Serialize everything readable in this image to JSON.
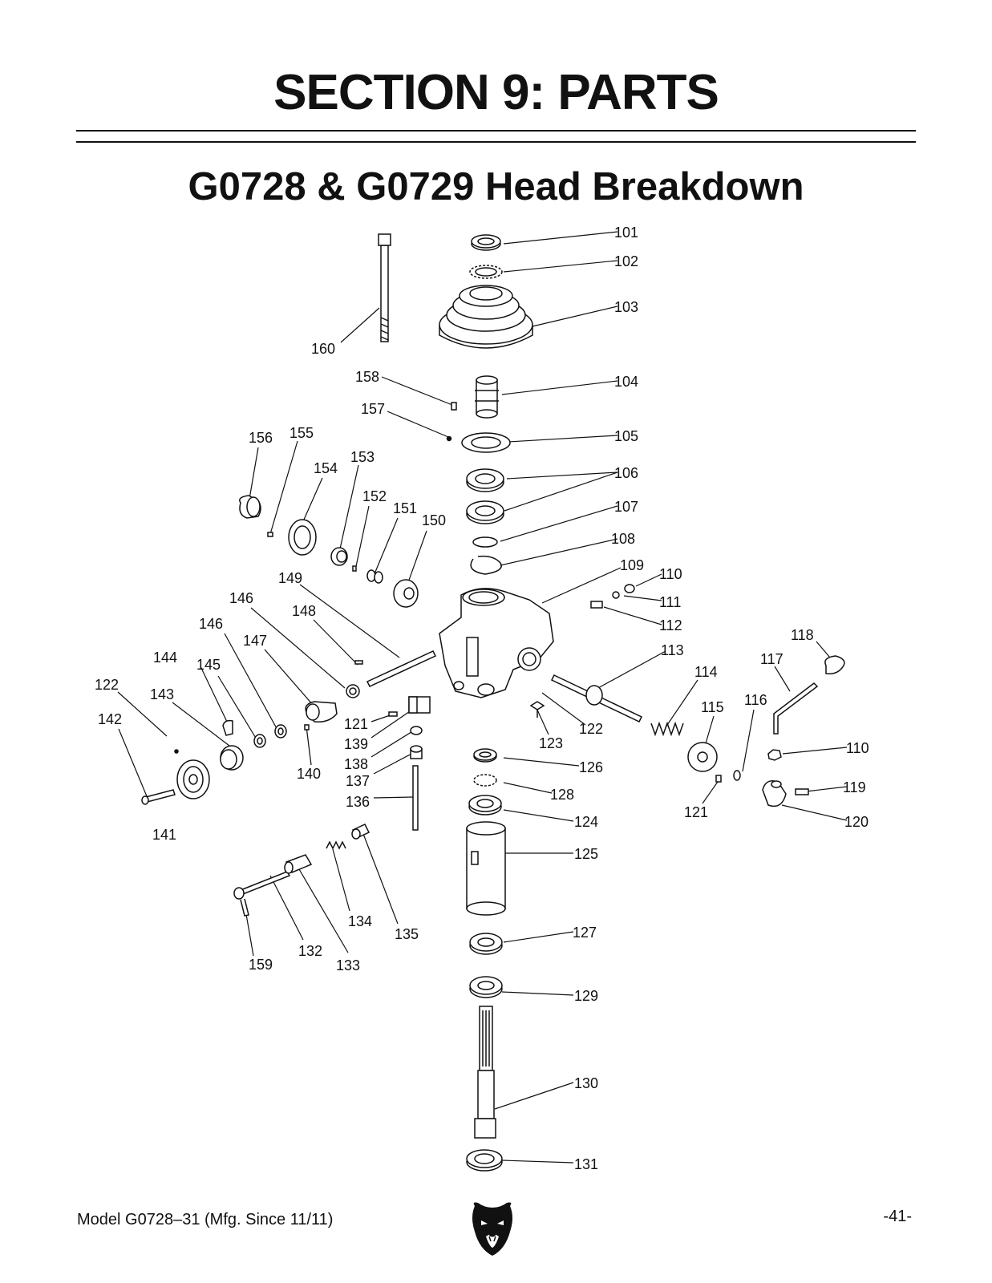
{
  "header": {
    "section_title": "SECTION 9: PARTS",
    "diagram_title": "G0728 & G0729 Head Breakdown"
  },
  "callouts": {
    "c101": "101",
    "c102": "102",
    "c103": "103",
    "c104": "104",
    "c105": "105",
    "c106": "106",
    "c107": "107",
    "c108": "108",
    "c109": "109",
    "c110a": "110",
    "c110b": "110",
    "c111": "111",
    "c112": "112",
    "c113": "113",
    "c114": "114",
    "c115": "115",
    "c116": "116",
    "c117": "117",
    "c118": "118",
    "c119": "119",
    "c120": "120",
    "c121a": "121",
    "c121b": "121",
    "c122a": "122",
    "c122b": "122",
    "c123": "123",
    "c124": "124",
    "c125": "125",
    "c126": "126",
    "c127": "127",
    "c128": "128",
    "c129": "129",
    "c130": "130",
    "c131": "131",
    "c132": "132",
    "c133": "133",
    "c134": "134",
    "c135": "135",
    "c136": "136",
    "c137": "137",
    "c138": "138",
    "c139": "139",
    "c140": "140",
    "c141": "141",
    "c142": "142",
    "c143": "143",
    "c144": "144",
    "c145": "145",
    "c146a": "146",
    "c146b": "146",
    "c147": "147",
    "c148": "148",
    "c149": "149",
    "c150": "150",
    "c151": "151",
    "c152": "152",
    "c153": "153",
    "c154": "154",
    "c155": "155",
    "c156": "156",
    "c157": "157",
    "c158": "158",
    "c159": "159",
    "c160": "160"
  },
  "footer": {
    "model": "Model G0728–31 (Mfg. Since 11/11)",
    "page_number": "-41-",
    "logo_icon": "bear-head-logo-icon"
  }
}
